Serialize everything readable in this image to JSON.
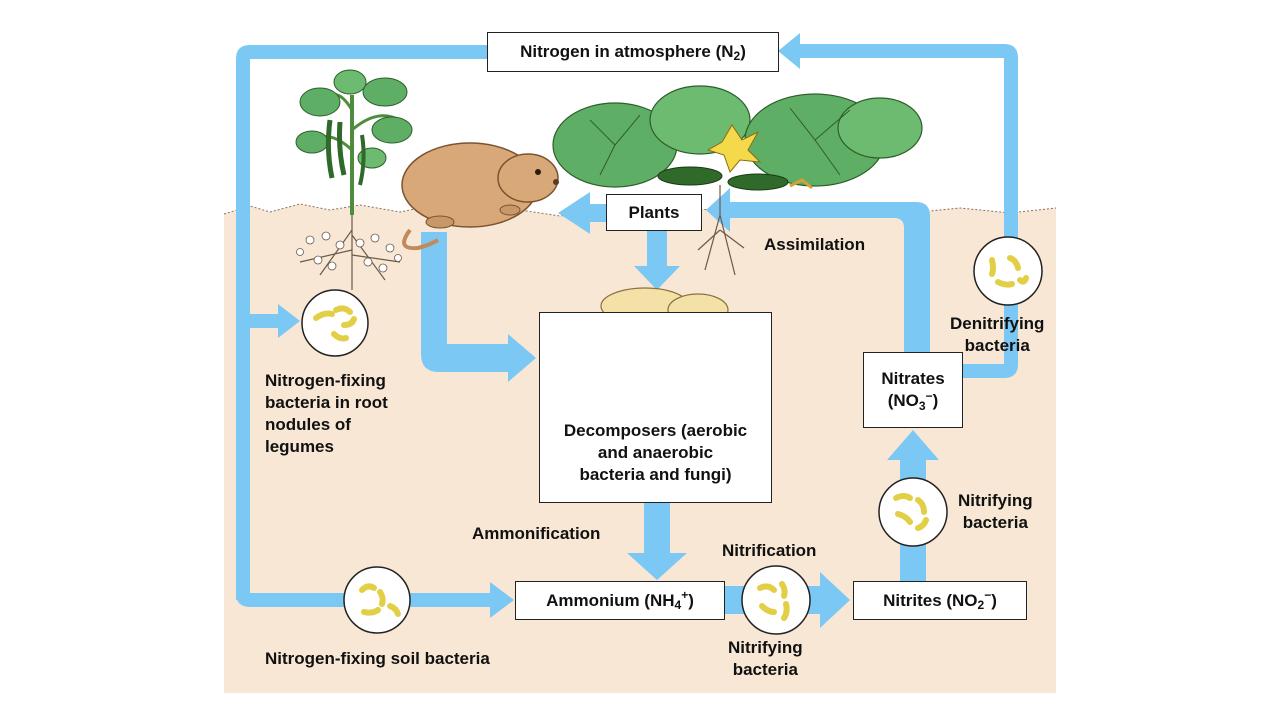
{
  "title": "Nitrogen in atmosphere (N2)",
  "boxes": {
    "atmosphere": {
      "main": "Nitrogen in atmosphere (N",
      "sub": "2",
      "close": ")"
    },
    "plants": "Plants",
    "decomposers": "Decomposers (aerobic\nand anaerobic\nbacteria and fungi)",
    "ammonium": {
      "main": "Ammonium (NH",
      "sub": "4",
      "sup": "+",
      "close": ")"
    },
    "nitrites": {
      "main": "Nitrites (NO",
      "sub": "2",
      "sup": "−",
      "close": ")"
    },
    "nitrates": {
      "line1": "Nitrates",
      "main": "(NO",
      "sub": "3",
      "sup": "−",
      "close": ")"
    }
  },
  "labels": {
    "assimilation": "Assimilation",
    "denitrifying_bacteria": "Denitrifying\nbacteria",
    "nitrogen_fixing_root": "Nitrogen-fixing\nbacteria in root\nnodules of\nlegumes",
    "ammonification": "Ammonification",
    "nitrification": "Nitrification",
    "nitrifying_bacteria_right": "Nitrifying\nbacteria",
    "nitrifying_bacteria_bottom": "Nitrifying\nbacteria",
    "nitrogen_fixing_soil": "Nitrogen-fixing soil bacteria"
  },
  "colors": {
    "arrow": "#7cc8f4",
    "soil": "#f8e7d4",
    "leaf": "#5fae66",
    "mushroom": "#f3e1a8",
    "gopher": "#d9a878",
    "bacteria": "#f1e06a"
  }
}
